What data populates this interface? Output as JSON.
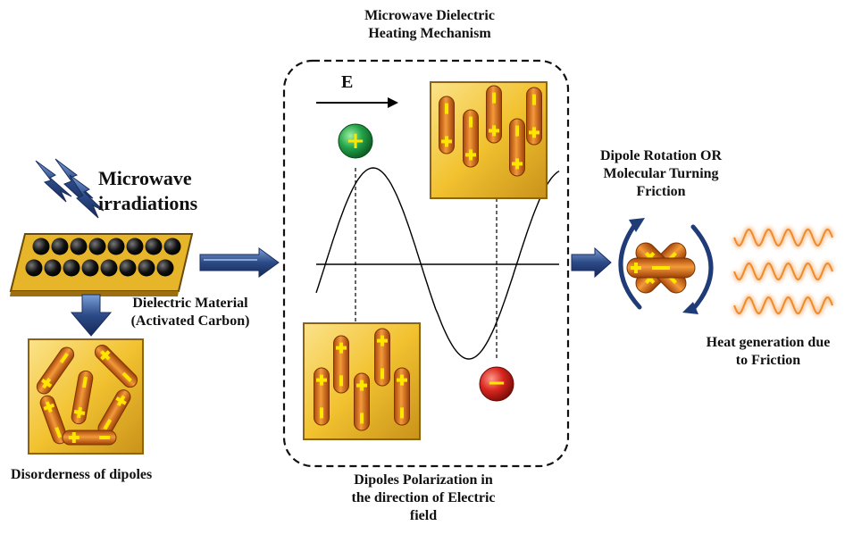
{
  "labels": {
    "mechanism_title": [
      "Microwave Dielectric",
      "Heating Mechanism"
    ],
    "field_symbol": "E",
    "microwave": [
      "Microwave",
      "irradiations"
    ],
    "material": [
      "Dielectric Material",
      "(Activated Carbon)"
    ],
    "disorder": "Disorderness of dipoles",
    "polarization": [
      "Dipoles Polarization in",
      "the direction of Electric",
      "field"
    ],
    "rotation": [
      "Dipole Rotation OR",
      "Molecular Turning",
      "Friction"
    ],
    "heat": [
      "Heat generation due",
      "to Friction"
    ]
  },
  "colors": {
    "panel_gold": "#f2c230",
    "dipole_orange": "#e07a20",
    "charge_yellow": "#ffe600",
    "arrow_blue": "#2c4a86",
    "wave_orange": "#f08a2a",
    "positive_green": "#23a34a",
    "negative_red": "#d8261f"
  },
  "charges": {
    "positive": "+",
    "negative": "−"
  }
}
